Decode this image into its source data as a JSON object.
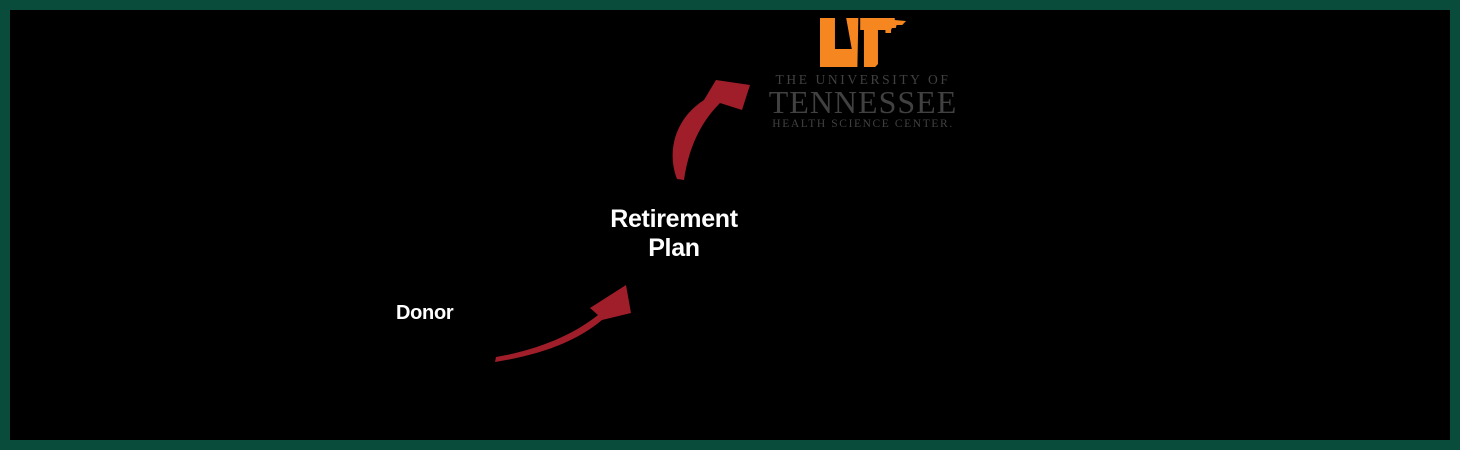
{
  "canvas": {
    "background": "#000000",
    "border_color": "#094C3B"
  },
  "logo": {
    "name": "University of Tennessee Health Science Center logo",
    "mark_color": "#F6861F",
    "text_color": "#414042",
    "line1": "THE UNIVERSITY OF",
    "line2": "TENNESSEE",
    "line3": "HEALTH SCIENCE CENTER."
  },
  "flow": {
    "arrow_color": "#A01E29",
    "nodes": [
      {
        "id": "donor",
        "label": "Donor",
        "label_color": "#ffffff"
      },
      {
        "id": "retirement-plan",
        "label": "Retirement Plan",
        "label_color": "#ffffff"
      },
      {
        "id": "university-logo",
        "label": ""
      }
    ],
    "edges": [
      {
        "from": "donor",
        "to": "retirement-plan"
      },
      {
        "from": "retirement-plan",
        "to": "university-logo"
      }
    ]
  }
}
